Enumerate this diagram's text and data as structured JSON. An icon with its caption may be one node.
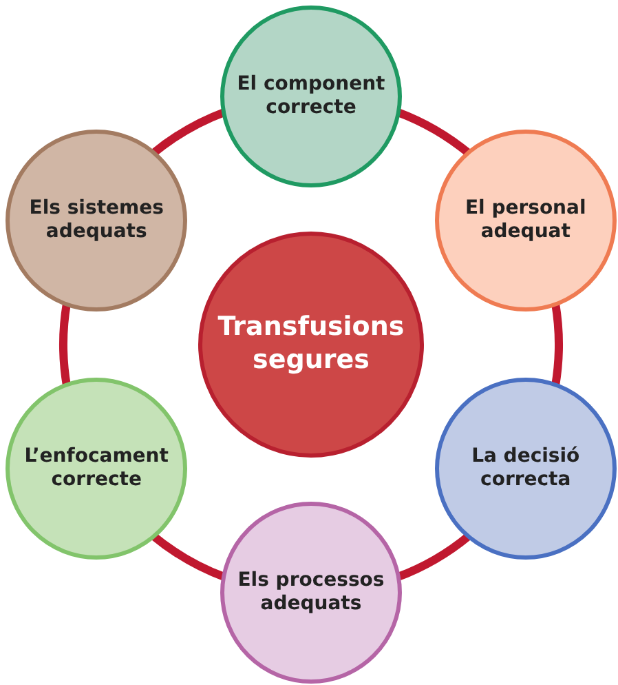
{
  "diagram": {
    "nodes": [
      {
        "text": [
          "Transfusions segures"
        ]
      },
      {
        "text": [
          "El component correcte"
        ]
      },
      {
        "text": [
          "El personal adequat"
        ]
      },
      {
        "text": [
          "La decisió correcta"
        ]
      },
      {
        "text": [
          "Els processos adequats"
        ]
      },
      {
        "text": [
          "L’enfocament correcte"
        ]
      },
      {
        "text": [
          "Els sistemes adequats"
        ]
      }
    ],
    "edges": [
      {
        "from": 1,
        "to": 2,
        "arrow": "none"
      },
      {
        "from": 2,
        "to": 3,
        "arrow": "none"
      },
      {
        "from": 3,
        "to": 4,
        "arrow": "none"
      },
      {
        "from": 4,
        "to": 5,
        "arrow": "none"
      },
      {
        "from": 5,
        "to": 6,
        "arrow": "none"
      },
      {
        "from": 6,
        "to": 1,
        "arrow": "none"
      }
    ]
  }
}
